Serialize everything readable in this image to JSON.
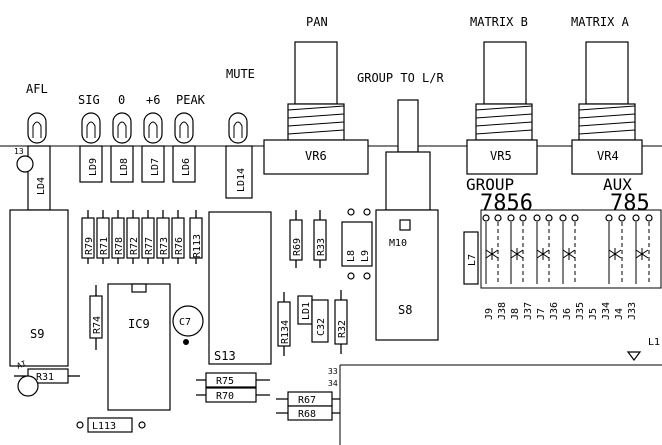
{
  "labels": {
    "pan": "PAN",
    "matrix_b": "MATRIX B",
    "matrix_a": "MATRIX A",
    "afl": "AFL",
    "mute": "MUTE",
    "group_to_lr": "GROUP TO L/R",
    "sig": "SIG",
    "zero": "0",
    "plus6": "+6",
    "peak": "PEAK",
    "group": "GROUP",
    "aux": "AUX",
    "group_nums": "7856",
    "aux_nums": "785",
    "pad_13": "13",
    "pad_33": "33",
    "pad_34": "34",
    "pad_ai": "AI",
    "pad_l1": "L1"
  },
  "leds": {
    "ld4": "LD4",
    "ld9": "LD9",
    "ld8": "LD8",
    "ld7": "LD7",
    "ld6": "LD6",
    "ld14": "LD14",
    "ld1": "LD1"
  },
  "pots": {
    "vr6": "VR6",
    "vr5": "VR5",
    "vr4": "VR4"
  },
  "switches": {
    "s9": "S9",
    "s13": "S13",
    "s8": "S8",
    "m10": "M10"
  },
  "ics": {
    "ic9": "IC9",
    "c7": "C7",
    "c32": "C32"
  },
  "resistors": {
    "r79": "R79",
    "r71": "R71",
    "r78": "R78",
    "r72": "R72",
    "r77": "R77",
    "r73": "R73",
    "r76": "R76",
    "r113": "R113",
    "r69": "R69",
    "r33": "R33",
    "r74": "R74",
    "r134": "R134",
    "r32": "R32",
    "r31": "R31",
    "r75": "R75",
    "r70": "R70",
    "r67": "R67",
    "r68": "R68",
    "l8": "L8",
    "l9": "L9",
    "l7": "L7",
    "l113": "L113"
  },
  "jumpers": [
    "J9",
    "J38",
    "J8",
    "J37",
    "J7",
    "J36",
    "J6",
    "J35",
    "J5",
    "J34",
    "J4",
    "J33"
  ]
}
